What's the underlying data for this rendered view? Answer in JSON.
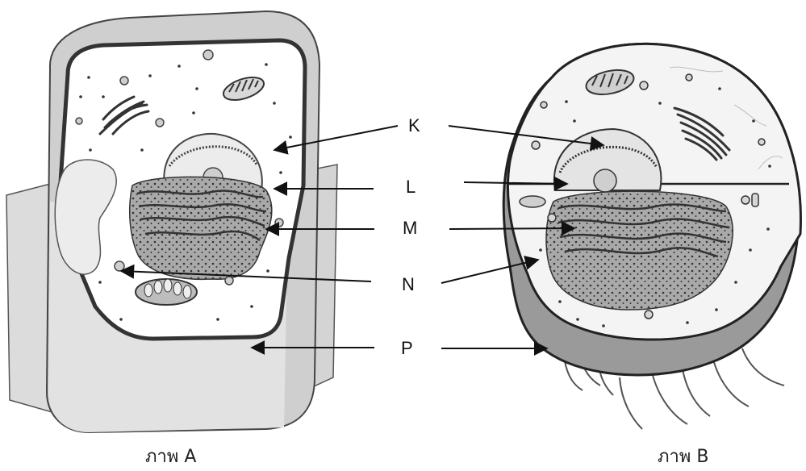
{
  "labels": {
    "k": "K",
    "l": "L",
    "m": "M",
    "n": "N",
    "p": "P"
  },
  "captions": {
    "a": "ภาพ A",
    "b": "ภาพ B"
  }
}
